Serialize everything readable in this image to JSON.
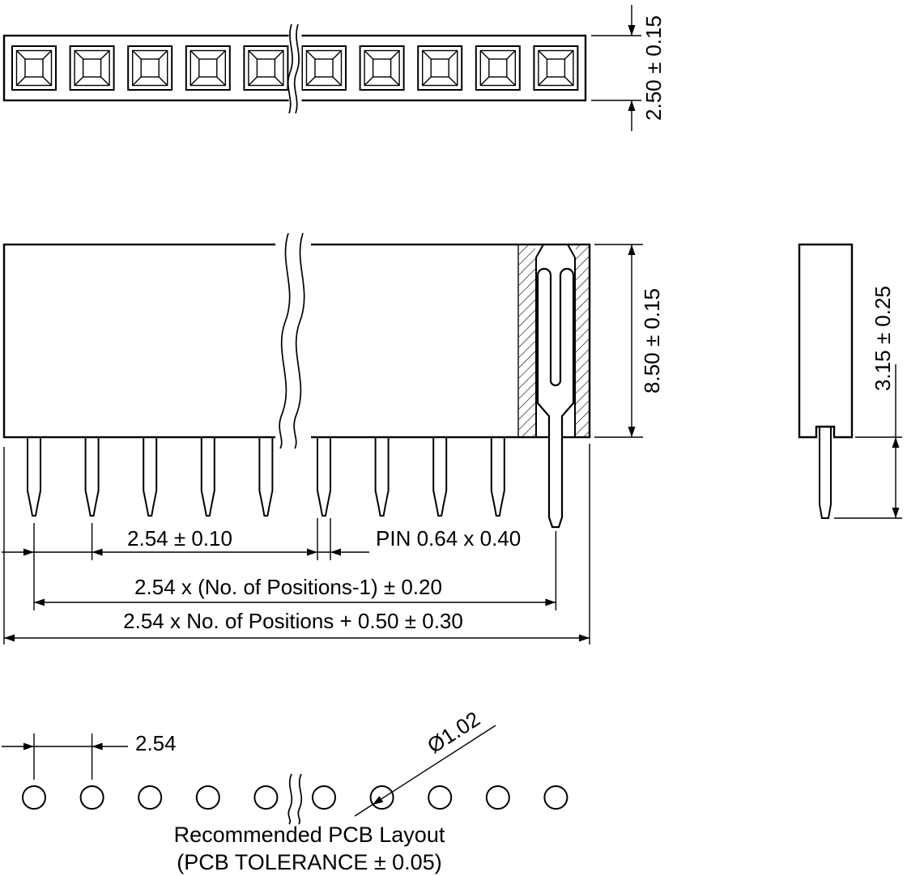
{
  "drawing": {
    "positions_shown": 10,
    "top_view": {
      "height_dim": "2.50 ± 0.15"
    },
    "front_view": {
      "height_dim": "8.50 ± 0.15",
      "pitch_dim": "2.54 ± 0.10",
      "pin_dim": "PIN 0.64 x 0.40",
      "span_dim": "2.54 x (No. of Positions-1) ± 0.20",
      "overall_dim": "2.54 x No. of Positions + 0.50 ± 0.30"
    },
    "side_view": {
      "tail_dim": "3.15 ± 0.25"
    },
    "pcb_layout": {
      "pitch_dim": "2.54",
      "hole_dim": "Ø1.02",
      "title": "Recommended PCB Layout",
      "tolerance": "(PCB TOLERANCE ± 0.05)"
    }
  },
  "colors": {
    "line": "#000000",
    "background": "#ffffff"
  }
}
